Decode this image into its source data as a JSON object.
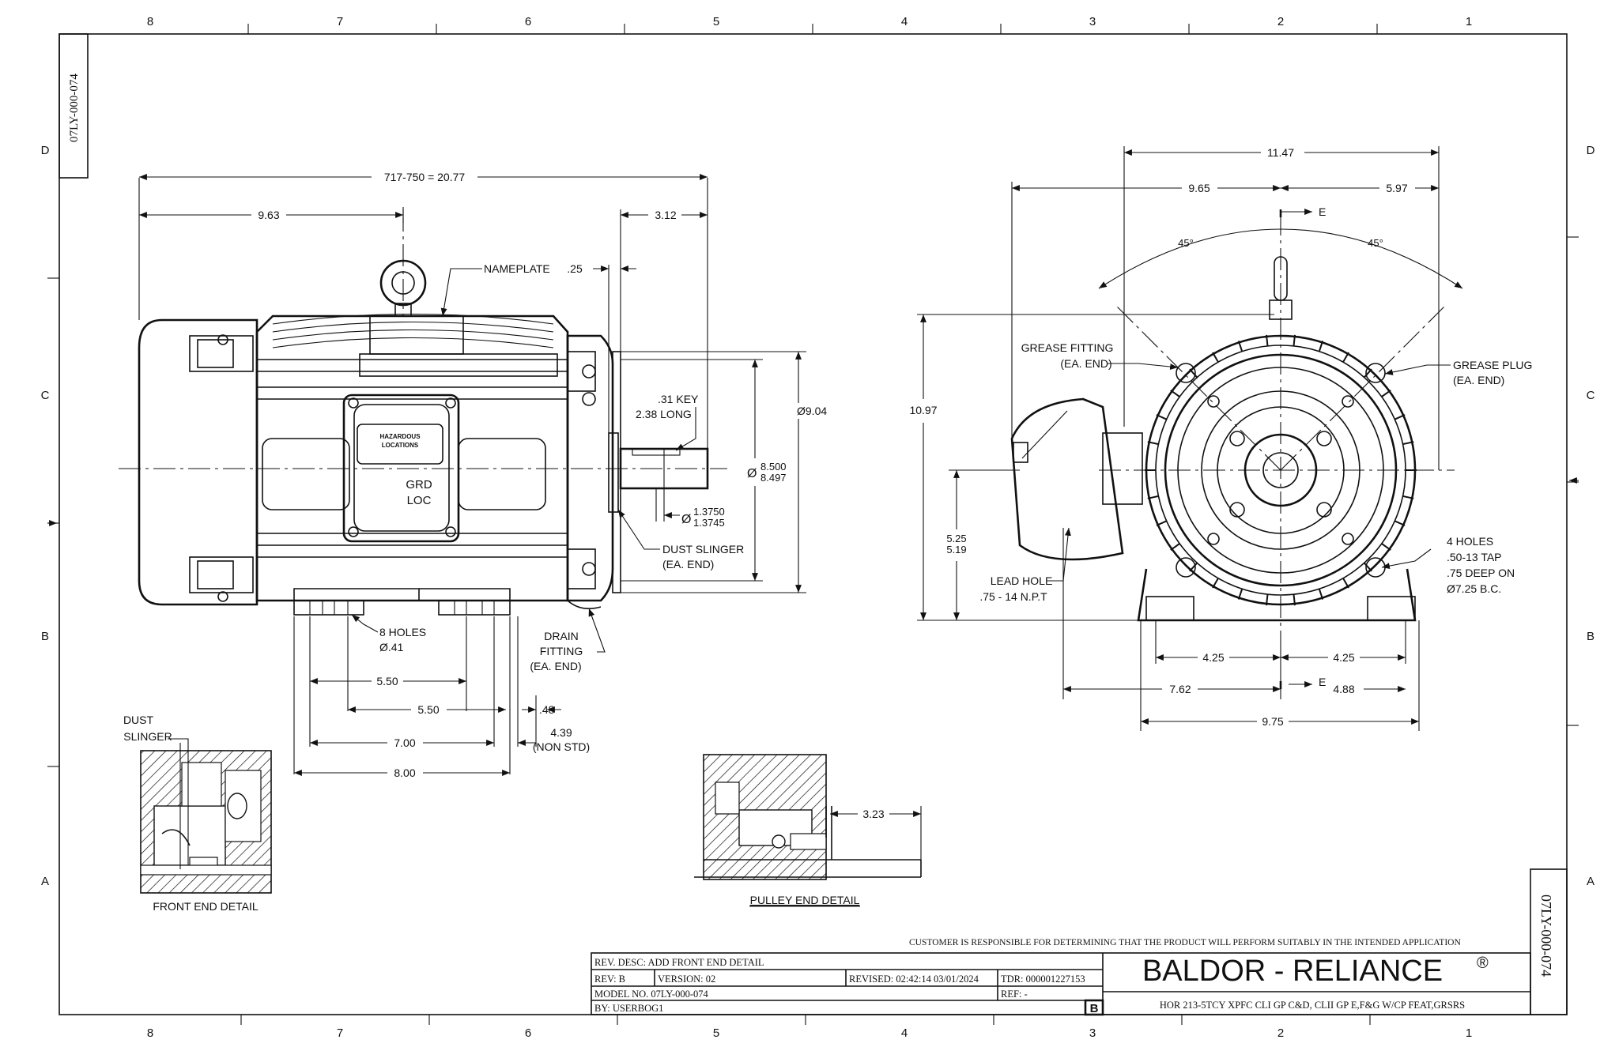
{
  "drawing": {
    "number": "07LY-000-074",
    "zone_columns": [
      "8",
      "7",
      "6",
      "5",
      "4",
      "3",
      "2",
      "1"
    ],
    "zone_rows": [
      "D",
      "C",
      "B",
      "A"
    ]
  },
  "side_view": {
    "overall_length": "717-750 = 20.77",
    "dim_963": "9.63",
    "dim_312": "3.12",
    "dim_025": ".25",
    "nameplate": "NAMEPLATE",
    "hazard_label_1": "HAZARDOUS",
    "hazard_label_2": "LOCATIONS",
    "grd_1": "GRD",
    "grd_2": "LOC",
    "key_1": ".31 KEY",
    "key_2": "2.38 LONG",
    "dia_904": "Ø9.04",
    "dia_phi": "Ø",
    "dia_8500": "8.500",
    "dia_8497": "8.497",
    "shaft_phi": "Ø",
    "shaft_1": "1.3750",
    "shaft_2": "1.3745",
    "dust_slinger_1": "DUST SLINGER",
    "dust_slinger_2": "(EA. END)",
    "holes_1": "8 HOLES",
    "holes_2": "Ø.41",
    "drain_1": "DRAIN",
    "drain_2": "FITTING",
    "drain_3": "(EA. END)",
    "dim_550a": "5.50",
    "dim_550b": "5.50",
    "dim_048": ".48",
    "dim_700": "7.00",
    "dim_439_1": "4.39",
    "dim_439_2": "(NON STD)",
    "dim_800": "8.00"
  },
  "end_view": {
    "dim_1147": "11.47",
    "dim_965": "9.65",
    "dim_597": "5.97",
    "section_e": "E",
    "angle_left": "45°",
    "angle_right": "45°",
    "grease_fitting_1": "GREASE FITTING",
    "grease_fitting_2": "(EA. END)",
    "grease_plug_1": "GREASE PLUG",
    "grease_plug_2": "(EA. END)",
    "height_1097": "10.97",
    "dim_525": "5.25",
    "dim_519": "5.19",
    "lead_hole_1": "LEAD HOLE",
    "lead_hole_2": ".75 - 14 N.P.T",
    "holes4_1": "4 HOLES",
    "holes4_2": ".50-13 TAP",
    "holes4_3": ".75 DEEP ON",
    "holes4_4": "Ø7.25 B.C.",
    "dim_425a": "4.25",
    "dim_425b": "4.25",
    "dim_762": "7.62",
    "dim_488": "4.88",
    "section_e2": "E",
    "dim_975": "9.75"
  },
  "details": {
    "dust_1": "DUST",
    "dust_2": "SLINGER",
    "front_end": "FRONT END DETAIL",
    "pulley_end": "PULLEY END DETAIL",
    "dim_323": "3.23"
  },
  "title_block": {
    "disclaimer": "CUSTOMER IS RESPONSIBLE FOR DETERMINING THAT THE PRODUCT WILL PERFORM SUITABLY IN THE INTENDED APPLICATION",
    "rev_desc": "REV. DESC: ADD FRONT END DETAIL",
    "rev": "REV:  B",
    "version": "VERSION:  02",
    "revised": "REVISED:  02:42:14 03/01/2024",
    "tdr": "TDR:  000001227153",
    "model_no": "MODEL NO.  07LY-000-074",
    "ref": "REF:  -",
    "by": "BY: USERBOG1",
    "rev_letter": "B",
    "company": "BALDOR - RELIANCE",
    "registered": "®",
    "description": "HOR 213-5TCY XPFC CLI GP C&D, CLII GP E,F&G W/CP FEAT,GRSRS"
  }
}
